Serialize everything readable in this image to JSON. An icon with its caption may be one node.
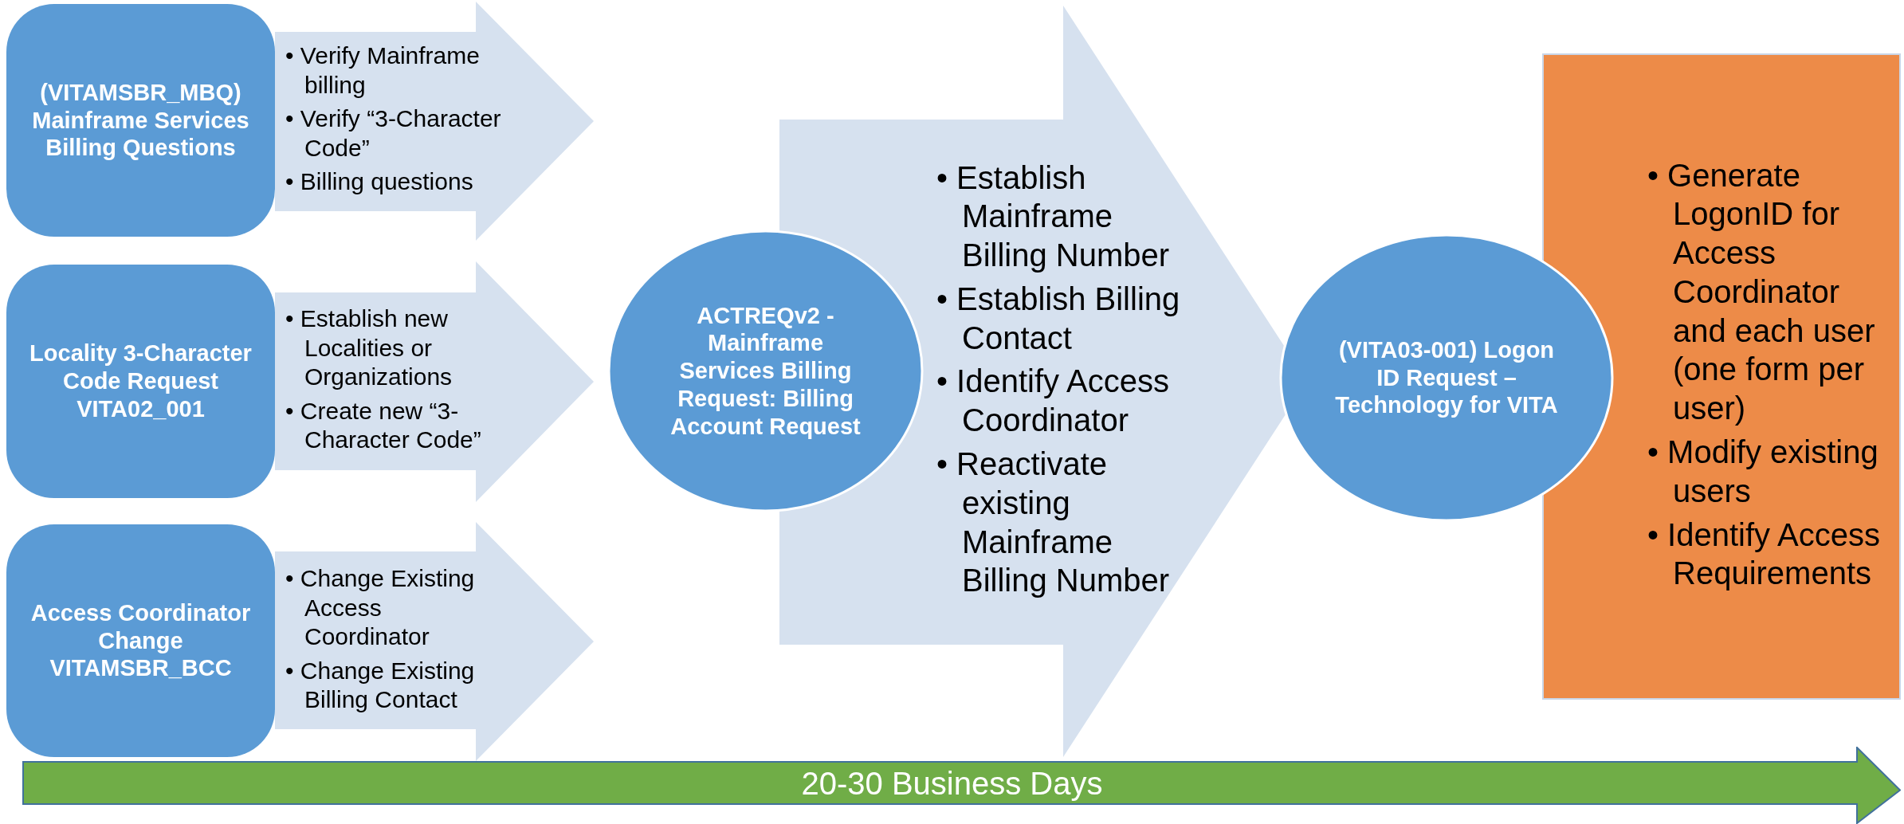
{
  "diagram": {
    "nodes": [
      {
        "text": [
          "(VITAMSBR_MBQ) Mainframe Services Billing Questions"
        ]
      },
      {
        "text": [
          "• Verify Mainframe billing",
          "• Verify “3-Character Code”",
          "• Billing questions"
        ]
      },
      {
        "text": [
          "Locality 3-Character Code Request VITA02_001"
        ]
      },
      {
        "text": [
          "• Establish new Localities or Organizations",
          "• Create new “3-Character Code”"
        ]
      },
      {
        "text": [
          "Access Coordinator Change VITAMSBR_BCC"
        ]
      },
      {
        "text": [
          "• Change Existing Access Coordinator",
          "• Change Existing Billing Contact"
        ]
      },
      {
        "text": [
          "ACTREQv2 - Mainframe Services Billing Request:  Billing Account Request"
        ]
      },
      {
        "text": [
          "• Establish Mainframe Billing Number",
          "• Establish Billing Contact",
          "• Identify Access Coordinator",
          "• Reactivate existing Mainframe Billing Number"
        ]
      },
      {
        "text": [
          "(VITA03-001) Logon ID Request – Technology for VITA"
        ]
      },
      {
        "text": [
          "• Generate LogonID for Access Coordinator and each user (one form per user)",
          "• Modify existing users",
          "• Identify Access Requirements"
        ]
      }
    ],
    "labels": [
      "20-30 Business Days"
    ],
    "edges": [
      {
        "from": 0,
        "to": 6,
        "arrow": "to"
      },
      {
        "from": 2,
        "to": 6,
        "arrow": "to"
      },
      {
        "from": 4,
        "to": 6,
        "arrow": "to"
      },
      {
        "from": 6,
        "to": 8,
        "arrow": "to"
      }
    ]
  }
}
